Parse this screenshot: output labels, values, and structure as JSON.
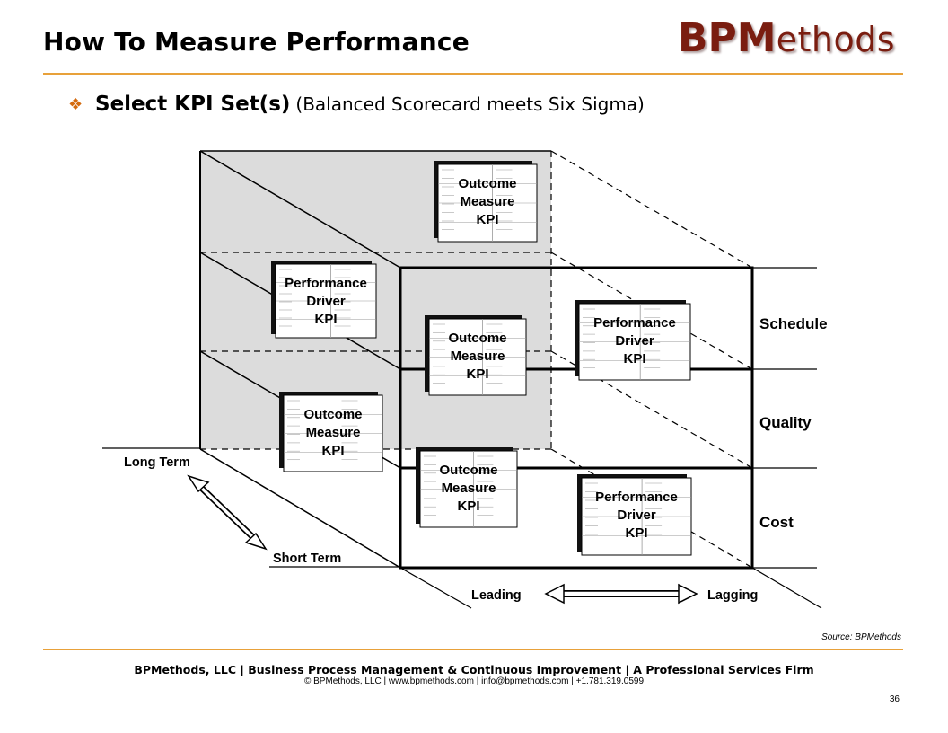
{
  "header": {
    "title": "How To Measure Performance",
    "logo_bold": "BPM",
    "logo_rest": "ethods"
  },
  "bullet": {
    "icon": "diamond-bullet-icon",
    "main": "Select KPI Set(s)",
    "sub": "(Balanced Scorecard meets Six Sigma)"
  },
  "diagram": {
    "row_labels": [
      "Schedule",
      "Quality",
      "Cost"
    ],
    "depth_labels": {
      "long": "Long Term",
      "short": "Short Term"
    },
    "width_labels": {
      "leading": "Leading",
      "lagging": "Lagging"
    },
    "cards": [
      {
        "lines": [
          "Outcome",
          "Measure",
          "KPI"
        ]
      },
      {
        "lines": [
          "Performance",
          "Driver",
          "KPI"
        ]
      },
      {
        "lines": [
          "Outcome",
          "Measure",
          "KPI"
        ]
      },
      {
        "lines": [
          "Performance",
          "Driver",
          "KPI"
        ]
      },
      {
        "lines": [
          "Outcome",
          "Measure",
          "KPI"
        ]
      },
      {
        "lines": [
          "Outcome",
          "Measure",
          "KPI"
        ]
      },
      {
        "lines": [
          "Performance",
          "Driver",
          "KPI"
        ]
      }
    ]
  },
  "source": "Source: BPMethods",
  "footer": {
    "line1": "BPMethods, LLC | Business Process Management & Continuous Improvement | A Professional Services Firm",
    "line2": "© BPMethods, LLC  |  www.bpmethods.com  |  info@bpmethods.com  |  +1.781.319.0599",
    "page": "36"
  },
  "colors": {
    "accent_rule": "#e8a13a",
    "logo": "#7a1d10",
    "bullet": "#d46b10",
    "shaded_face": "#dcdcdc"
  }
}
